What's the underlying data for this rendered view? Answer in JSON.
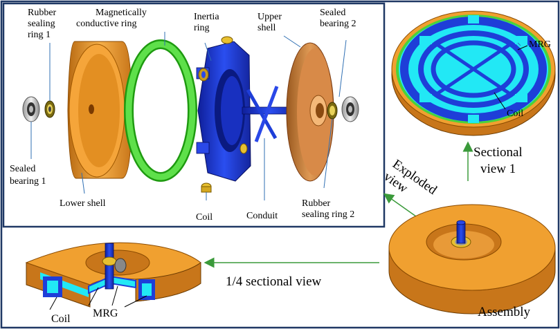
{
  "labels": {
    "rubber_ring_1": [
      "Rubber",
      "sealing",
      "ring 1"
    ],
    "magnetic_ring": [
      "Magnetically",
      "conductive ring"
    ],
    "inertia_ring": [
      "Inertia",
      "ring"
    ],
    "upper_shell": [
      "Upper",
      "shell"
    ],
    "bearing_2": [
      "Sealed",
      "bearing 2"
    ],
    "bearing_1": [
      "Sealed",
      "bearing 1"
    ],
    "lower_shell": "Lower shell",
    "coil_exploded": "Coil",
    "conduit": "Conduit",
    "rubber_ring_2": [
      "Rubber",
      "sealing ring 2"
    ],
    "mrg_top": "MRG",
    "coil_top": "Coil",
    "sectional_view_1": [
      "Sectional",
      "view 1"
    ],
    "exploded_view": [
      "Exploded",
      "view"
    ],
    "assembly": "Assembly",
    "quarter_view": "1/4 sectional view",
    "coil_quarter": "Coil",
    "mrg_quarter": "MRG"
  },
  "colors": {
    "frame": "#1f3864",
    "arrow": "#3a9a3a",
    "leader": "#2f6fb3",
    "orange": "#f0a030",
    "green": "#4ad23a",
    "blue": "#1e3ed8",
    "cyan": "#22e8f5",
    "copper": "#d2843a"
  }
}
